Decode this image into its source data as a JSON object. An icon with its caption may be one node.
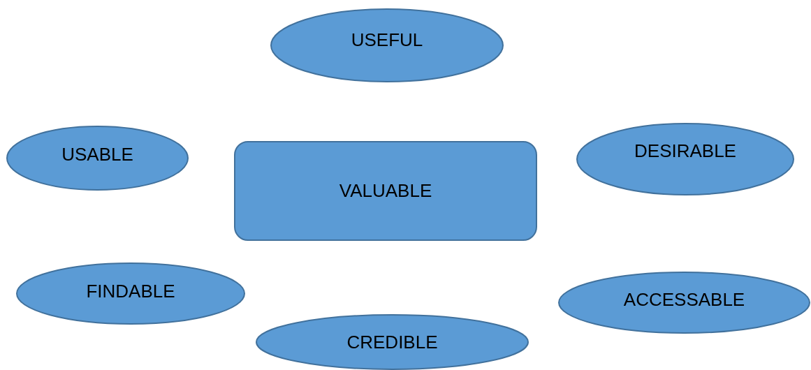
{
  "diagram": {
    "nodes": [
      {
        "text": [
          "USEFUL"
        ]
      },
      {
        "text": [
          "USABLE"
        ]
      },
      {
        "text": [
          "VALUABLE"
        ]
      },
      {
        "text": [
          "DESIRABLE"
        ]
      },
      {
        "text": [
          "FINDABLE"
        ]
      },
      {
        "text": [
          "ACCESSABLE"
        ]
      },
      {
        "text": [
          "CREDIBLE"
        ]
      }
    ]
  }
}
